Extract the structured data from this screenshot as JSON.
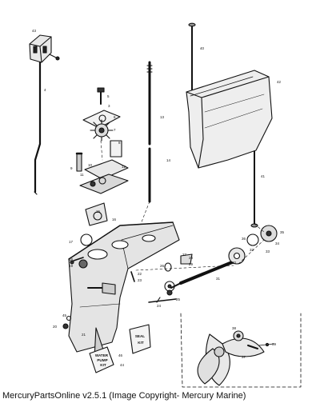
{
  "footer": {
    "caption": "MercuryPartsOnline v2.5.1 (Image Copyright- Mercury Marine)"
  },
  "kits": {
    "water_pump": [
      "WATER",
      "PUMP",
      "KIT"
    ],
    "seal": [
      "SEAL",
      "KIT"
    ]
  },
  "labels": [
    "4",
    "5",
    "3",
    "6",
    "7",
    "8",
    "9",
    "10",
    "11",
    "12",
    "13",
    "14",
    "15",
    "16",
    "17",
    "18",
    "19",
    "20",
    "21",
    "22",
    "23",
    "24",
    "25",
    "26",
    "27",
    "28",
    "29",
    "30",
    "31",
    "32",
    "33",
    "34",
    "35",
    "36",
    "37",
    "38",
    "39",
    "40",
    "41",
    "42",
    "43",
    "44",
    "45",
    "46"
  ]
}
